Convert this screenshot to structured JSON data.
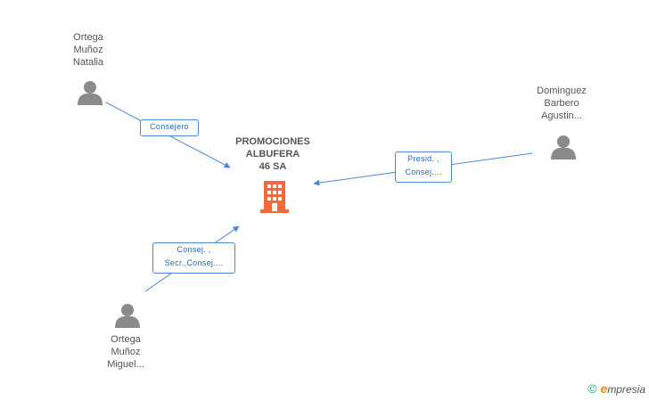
{
  "company": {
    "name_lines": [
      "PROMOCIONES",
      "ALBUFERA",
      "46 SA"
    ]
  },
  "people": [
    {
      "lines": [
        "Ortega",
        "Muñoz",
        "Natalia"
      ]
    },
    {
      "lines": [
        "Dominguez",
        "Barbero",
        "Agustin..."
      ]
    },
    {
      "lines": [
        "Ortega",
        "Muñoz",
        "Miguel..."
      ]
    }
  ],
  "relations": [
    {
      "lines": [
        "Consejero"
      ]
    },
    {
      "lines": [
        "Presid. ,",
        "Consej...."
      ]
    },
    {
      "lines": [
        "Consej. ,",
        "Secr.,Consej...."
      ]
    }
  ],
  "footer": {
    "copyright": "©",
    "brand_initial": "e",
    "brand_rest": "mpresia"
  },
  "colors": {
    "edge": "#4a88d6",
    "person": "#8a8a8a",
    "company": "#f26a3a"
  }
}
